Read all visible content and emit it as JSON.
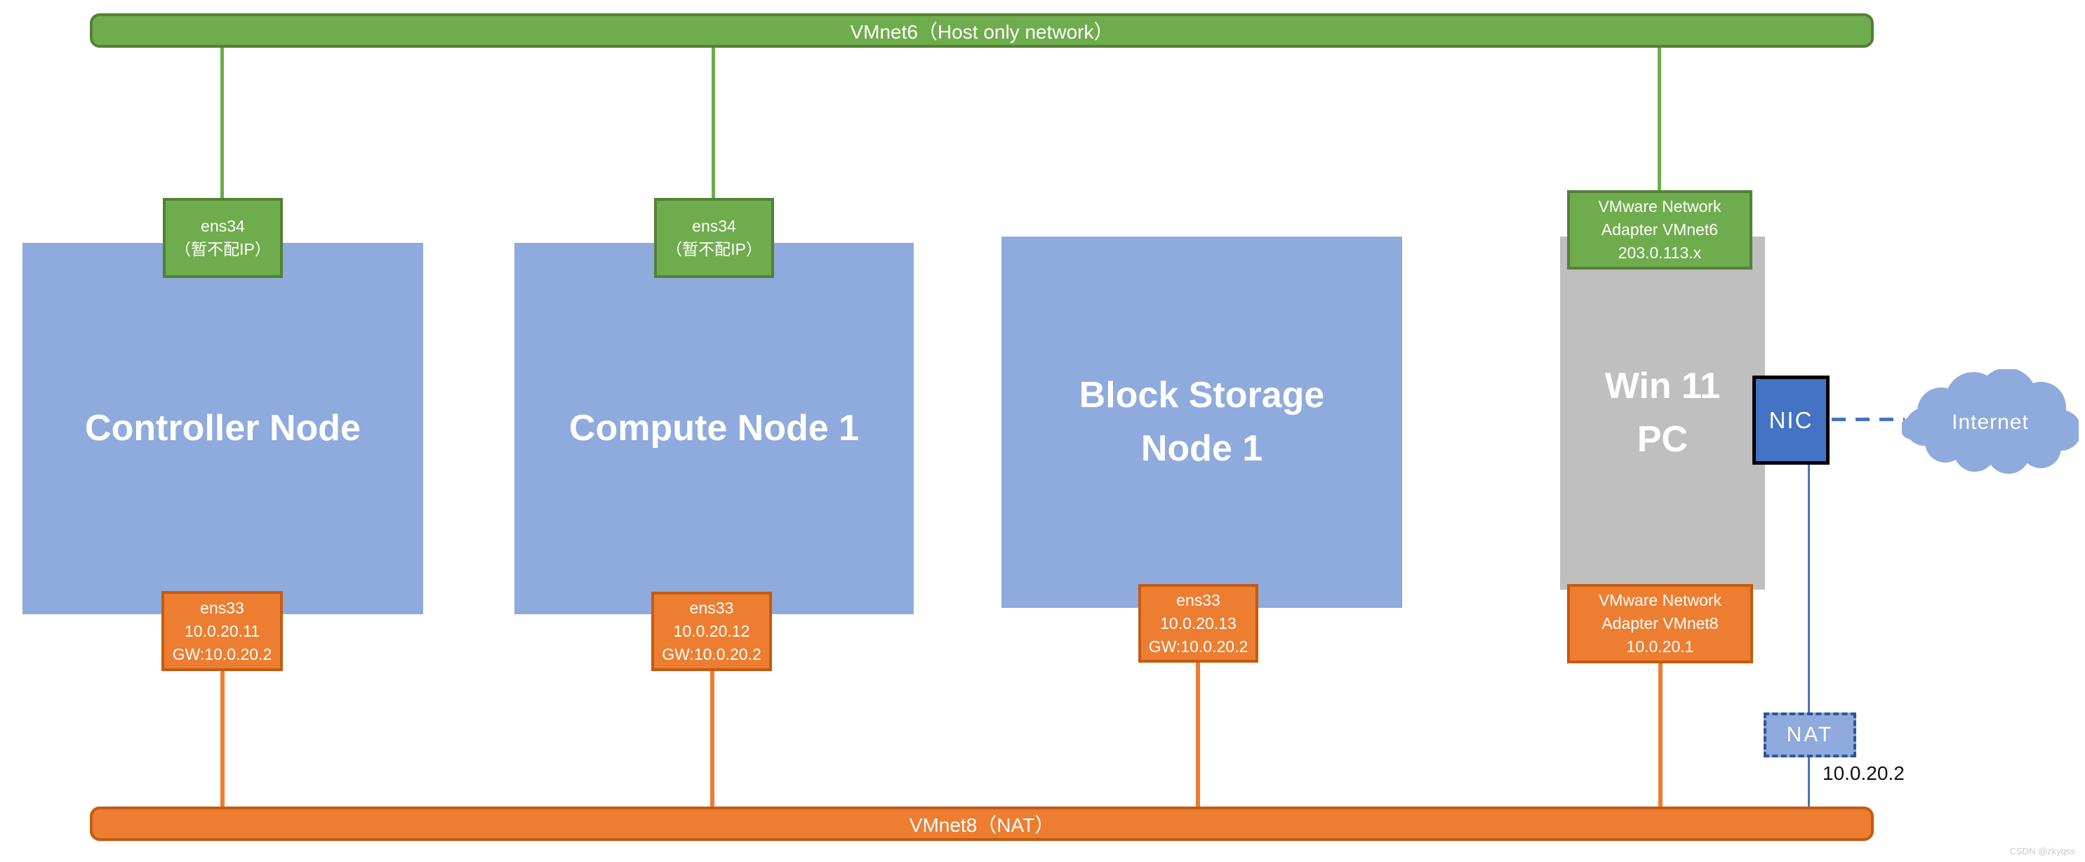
{
  "palette": {
    "bus_green": "#6FAC4D",
    "bus_green_border": "#538135",
    "bus_orange": "#ED7D31",
    "bus_orange_border": "#C55A11",
    "node_blue": "#8FAADC",
    "pc_gray": "#BFBFBF",
    "nic_blue": "#4472C4",
    "nat_fill": "#8FAADC",
    "nat_border": "#2F5597",
    "line_blue": "#4472C4",
    "text_white": "#FFFFFF",
    "ip_text": "#111111"
  },
  "top_bus": {
    "label": "VMnet6（Host only network）"
  },
  "bottom_bus": {
    "label": "VMnet8（NAT）"
  },
  "nodes": {
    "controller": {
      "title": "Controller Node"
    },
    "compute": {
      "title": "Compute Node 1"
    },
    "block": {
      "title_lines": [
        "Block Storage",
        "Node 1"
      ]
    },
    "win11": {
      "title_lines": [
        "Win 11",
        "PC"
      ]
    }
  },
  "adapters": {
    "controller_ens34": {
      "lines": [
        "ens34",
        "（暂不配IP）"
      ]
    },
    "compute_ens34": {
      "lines": [
        "ens34",
        "（暂不配IP）"
      ]
    },
    "win11_vmnet6": {
      "lines": [
        "VMware Network",
        "Adapter VMnet6",
        "203.0.113.x"
      ]
    },
    "controller_ens33": {
      "lines": [
        "ens33",
        "10.0.20.11",
        "GW:10.0.20.2"
      ]
    },
    "compute_ens33": {
      "lines": [
        "ens33",
        "10.0.20.12",
        "GW:10.0.20.2"
      ]
    },
    "block_ens33": {
      "lines": [
        "ens33",
        "10.0.20.13",
        "GW:10.0.20.2"
      ]
    },
    "win11_vmnet8": {
      "lines": [
        "VMware Network",
        "Adapter VMnet8",
        "10.0.20.1"
      ]
    }
  },
  "nic": {
    "label": "NIC"
  },
  "internet": {
    "label": "Internet"
  },
  "nat": {
    "label": "NAT",
    "gateway_ip": "10.0.20.2"
  },
  "watermark": "CSDN @zkyqss"
}
